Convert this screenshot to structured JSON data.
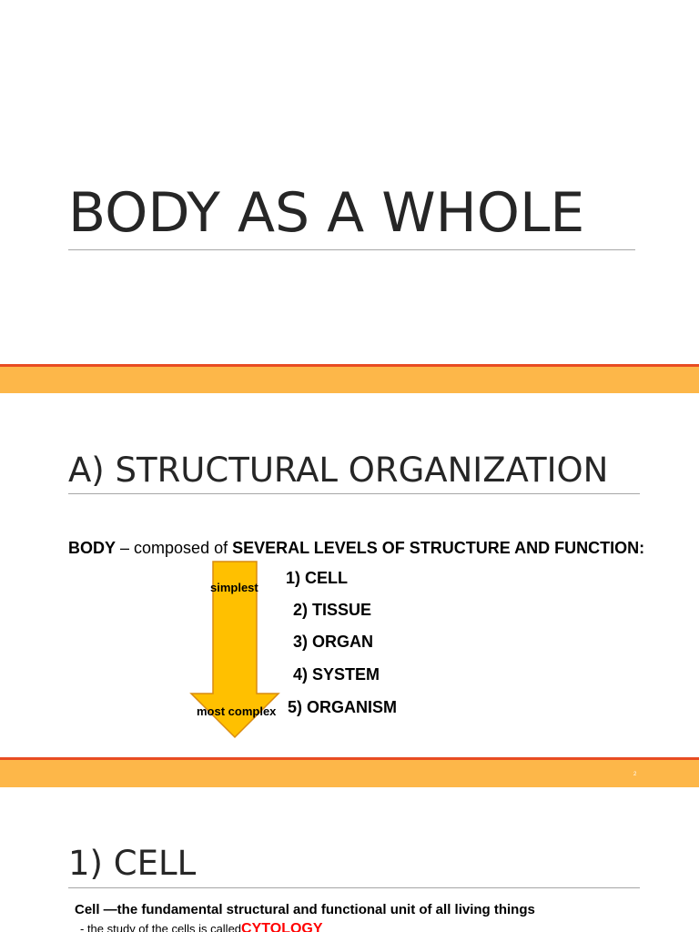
{
  "slide1": {
    "title": "BODY AS A WHOLE"
  },
  "slide2": {
    "title": "A) STRUCTURAL ORGANIZATION",
    "intro": {
      "bold1": "BODY",
      "middle": " – composed of ",
      "bold2": "SEVERAL LEVELS OF STRUCTURE AND FUNCTION:"
    },
    "levels": [
      "1) CELL",
      "2) TISSUE",
      "3) ORGAN",
      "4) SYSTEM",
      "5) ORGANISM"
    ],
    "arrow": {
      "top_label": "simplest",
      "bottom_label": "most complex"
    },
    "slide_number": "2"
  },
  "slide3": {
    "title": "1) CELL",
    "definition": "Cell —the fundamental structural and functional unit of all living things",
    "study_prefix": "- the study of the cells is called",
    "study_term": "CYTOLOGY"
  },
  "colors": {
    "divider_red": "#e84c22",
    "divider_orange": "#fdb749",
    "title_text": "#262626",
    "highlight_red": "#ff0000",
    "arrow_fill": "#ffc000",
    "arrow_stroke": "#d98b10"
  }
}
